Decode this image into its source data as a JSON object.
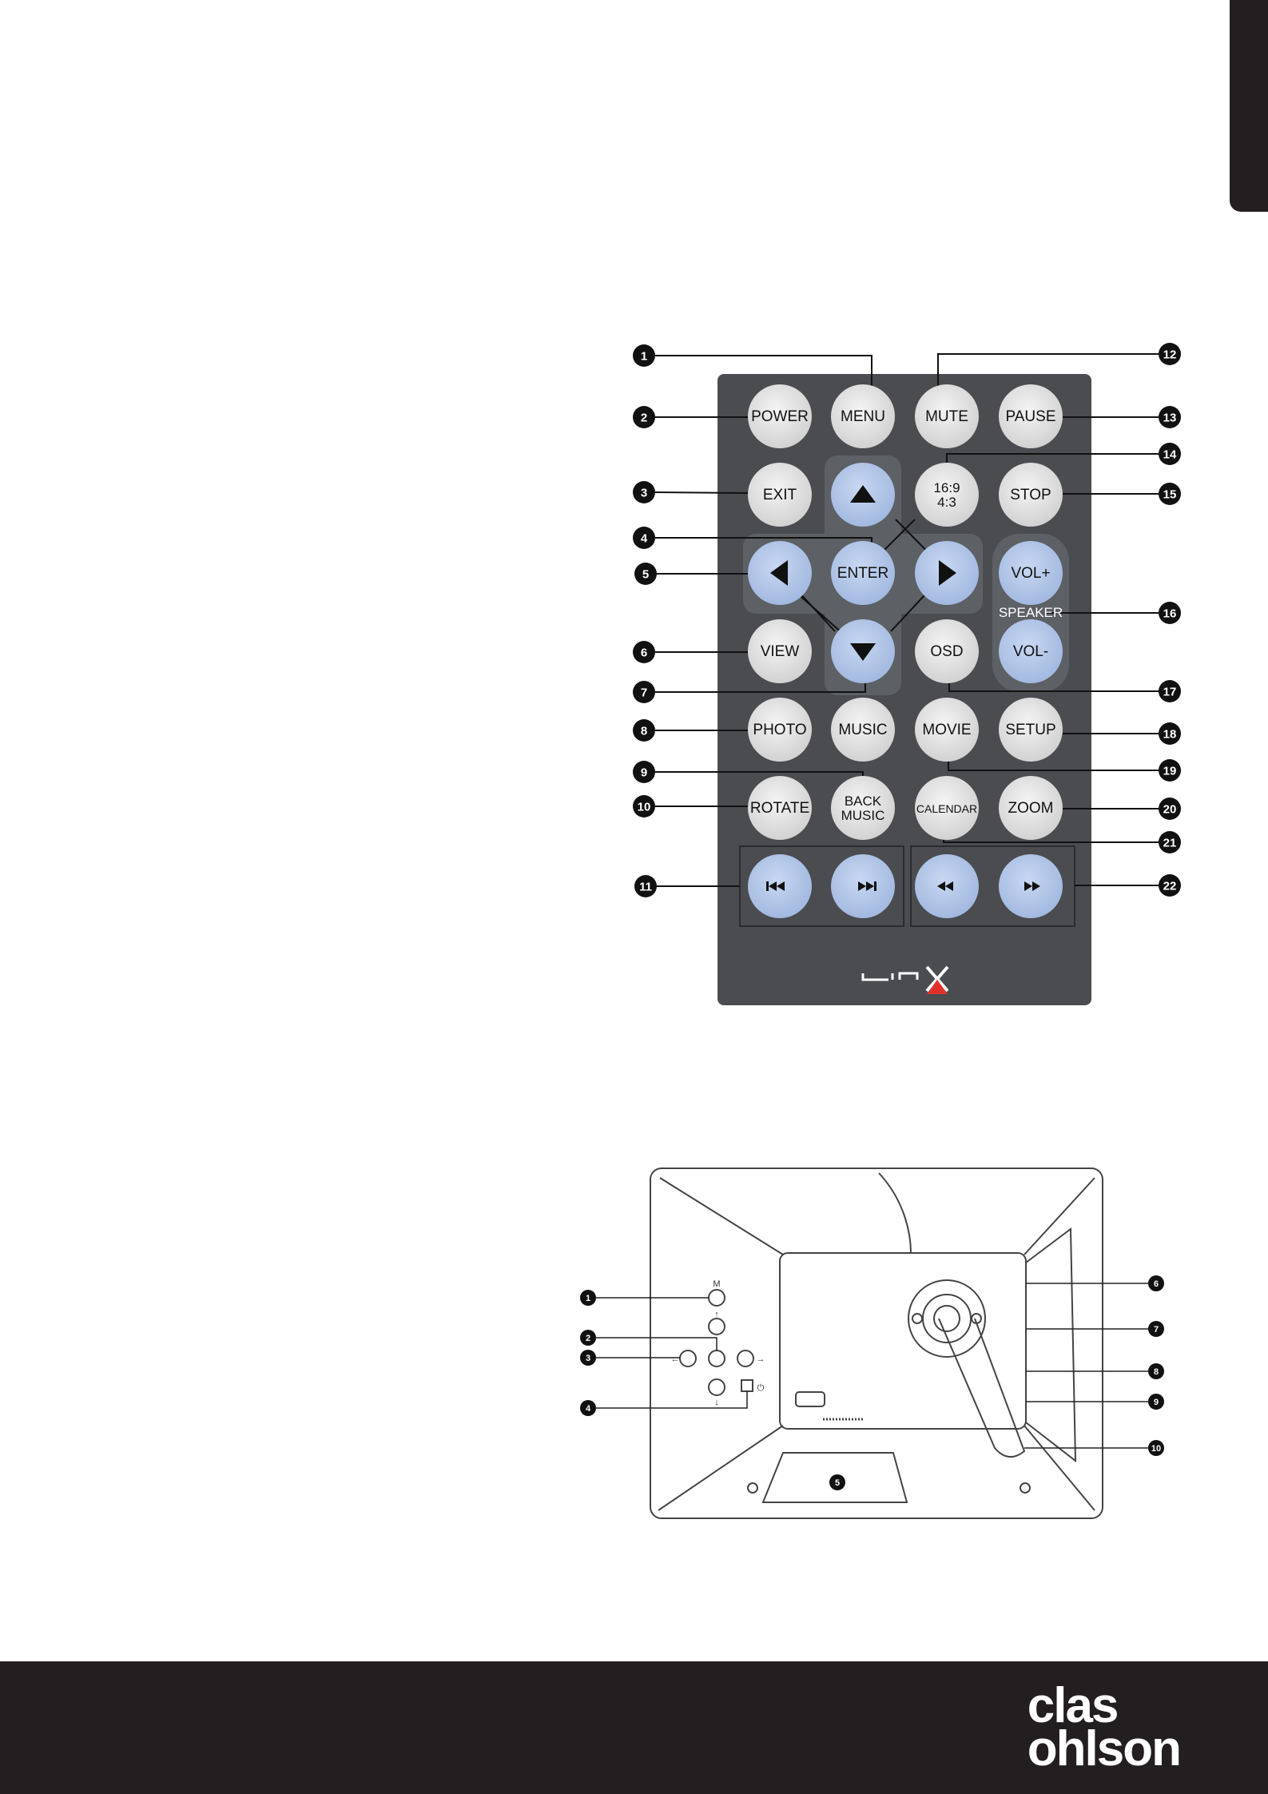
{
  "remote": {
    "buttons": [
      {
        "id": "power",
        "label": "POWER",
        "color": "grey"
      },
      {
        "id": "menu",
        "label": "MENU",
        "color": "grey"
      },
      {
        "id": "mute",
        "label": "MUTE",
        "color": "grey"
      },
      {
        "id": "pause",
        "label": "PAUSE",
        "color": "grey"
      },
      {
        "id": "exit",
        "label": "EXIT",
        "color": "grey"
      },
      {
        "id": "up",
        "label": "",
        "icon": "up-arrow-icon",
        "color": "blue"
      },
      {
        "id": "aspect",
        "label": "16:9\n4:3",
        "color": "grey"
      },
      {
        "id": "stop",
        "label": "STOP",
        "color": "grey"
      },
      {
        "id": "left",
        "label": "",
        "icon": "left-arrow-icon",
        "color": "blue"
      },
      {
        "id": "enter",
        "label": "ENTER",
        "color": "blue"
      },
      {
        "id": "right",
        "label": "",
        "icon": "right-arrow-icon",
        "color": "blue"
      },
      {
        "id": "volup",
        "label": "VOL+",
        "color": "blue"
      },
      {
        "id": "view",
        "label": "VIEW",
        "color": "grey"
      },
      {
        "id": "down",
        "label": "",
        "icon": "down-arrow-icon",
        "color": "blue"
      },
      {
        "id": "osd",
        "label": "OSD",
        "color": "grey"
      },
      {
        "id": "voldown",
        "label": "VOL-",
        "color": "blue"
      },
      {
        "id": "photo",
        "label": "PHOTO",
        "color": "grey"
      },
      {
        "id": "music",
        "label": "MUSIC",
        "color": "grey"
      },
      {
        "id": "movie",
        "label": "MOVIE",
        "color": "grey"
      },
      {
        "id": "setup",
        "label": "SETUP",
        "color": "grey"
      },
      {
        "id": "rotate",
        "label": "ROTATE",
        "color": "grey"
      },
      {
        "id": "backmusic",
        "label": "BACK\nMUSIC",
        "color": "grey"
      },
      {
        "id": "calendar",
        "label": "CALENDAR",
        "color": "grey"
      },
      {
        "id": "zoom",
        "label": "ZOOM",
        "color": "grey"
      },
      {
        "id": "prev",
        "label": "",
        "icon": "skip-previous-icon",
        "color": "blue"
      },
      {
        "id": "next",
        "label": "",
        "icon": "skip-next-icon",
        "color": "blue"
      },
      {
        "id": "rewind",
        "label": "",
        "icon": "rewind-icon",
        "color": "blue"
      },
      {
        "id": "fastforward",
        "label": "",
        "icon": "fast-forward-icon",
        "color": "blue"
      }
    ],
    "speaker_label": "SPEAKER",
    "logo_text": "LinX",
    "callouts": [
      "1",
      "2",
      "3",
      "4",
      "5",
      "6",
      "7",
      "8",
      "9",
      "10",
      "11",
      "12",
      "13",
      "14",
      "15",
      "16",
      "17",
      "18",
      "19",
      "20",
      "21",
      "22"
    ]
  },
  "frame": {
    "callouts": [
      "1",
      "2",
      "3",
      "4",
      "5",
      "6",
      "7",
      "8",
      "9",
      "10"
    ],
    "key_labels": [
      "M",
      "↑",
      "←",
      "→",
      "↓",
      "⏻"
    ]
  },
  "brand": {
    "line1": "clas",
    "line2": "ohlson"
  },
  "colors": {
    "remote_body": "#4a4c50",
    "grey_button": "#e6e6e6",
    "blue_button": "#b3c7e8",
    "footer": "#231f20",
    "callout": "#111111"
  }
}
